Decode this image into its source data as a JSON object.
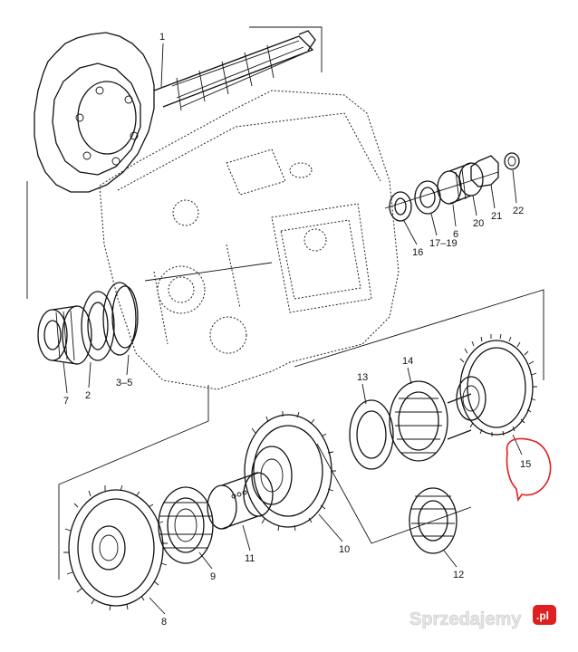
{
  "callouts": [
    {
      "id": "1",
      "text": "1"
    },
    {
      "id": "2",
      "text": "2"
    },
    {
      "id": "3-5",
      "text": "3–5"
    },
    {
      "id": "6",
      "text": "6"
    },
    {
      "id": "7",
      "text": "7"
    },
    {
      "id": "8",
      "text": "8"
    },
    {
      "id": "9",
      "text": "9"
    },
    {
      "id": "10",
      "text": "10"
    },
    {
      "id": "11",
      "text": "11"
    },
    {
      "id": "12",
      "text": "12"
    },
    {
      "id": "13",
      "text": "13"
    },
    {
      "id": "14",
      "text": "14"
    },
    {
      "id": "15",
      "text": "15"
    },
    {
      "id": "16",
      "text": "16"
    },
    {
      "id": "17-19",
      "text": "17–19"
    },
    {
      "id": "20",
      "text": "20"
    },
    {
      "id": "21",
      "text": "21"
    },
    {
      "id": "22",
      "text": "22"
    }
  ],
  "highlight": {
    "part": "15",
    "color": "#e02020"
  },
  "watermark": {
    "text": "Sprzedajemy",
    "suffix": ".pl",
    "badge_color": "#e02020"
  }
}
